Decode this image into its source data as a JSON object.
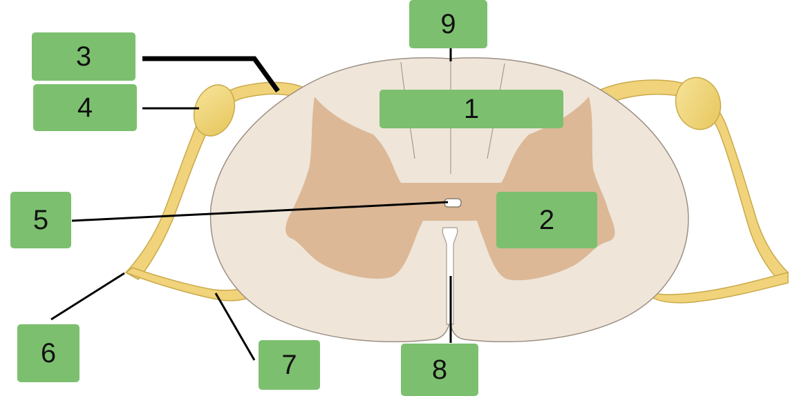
{
  "labels": [
    {
      "id": "1",
      "text": "1"
    },
    {
      "id": "2",
      "text": "2"
    },
    {
      "id": "3",
      "text": "3"
    },
    {
      "id": "4",
      "text": "4"
    },
    {
      "id": "5",
      "text": "5"
    },
    {
      "id": "6",
      "text": "6"
    },
    {
      "id": "7",
      "text": "7"
    },
    {
      "id": "8",
      "text": "8"
    },
    {
      "id": "9",
      "text": "9"
    }
  ],
  "colors": {
    "white_matter": "#efe5d9",
    "gray_matter": "#dcb896",
    "nerve": "#f0d37a",
    "label_box": "#7cc06f",
    "leader_line": "#000000"
  }
}
